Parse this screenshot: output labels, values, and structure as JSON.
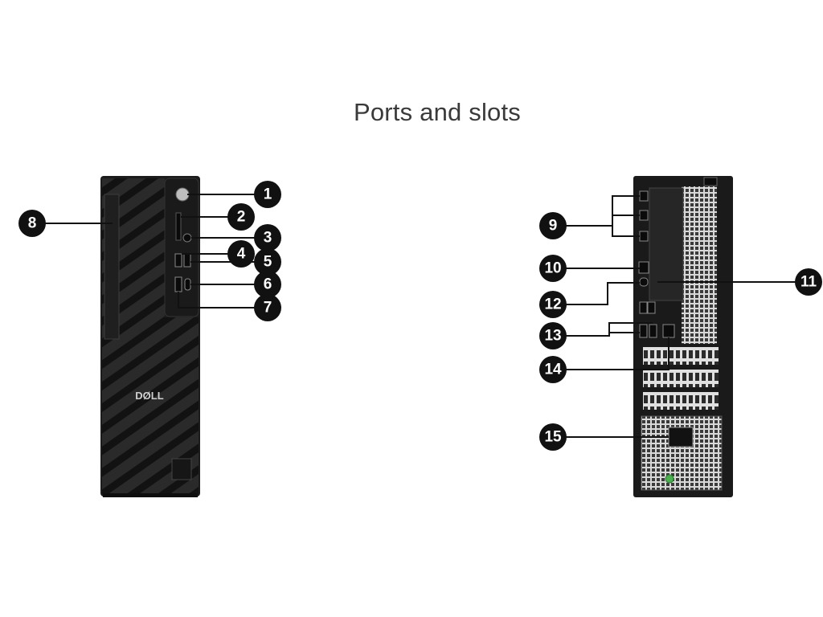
{
  "title": "Ports and slots",
  "brand_logo_text": "DØLL",
  "callouts": [
    {
      "number": "1"
    },
    {
      "number": "2"
    },
    {
      "number": "3"
    },
    {
      "number": "4"
    },
    {
      "number": "5"
    },
    {
      "number": "6"
    },
    {
      "number": "7"
    },
    {
      "number": "8"
    },
    {
      "number": "9"
    },
    {
      "number": "10"
    },
    {
      "number": "11"
    },
    {
      "number": "12"
    },
    {
      "number": "13"
    },
    {
      "number": "14"
    },
    {
      "number": "15"
    }
  ]
}
